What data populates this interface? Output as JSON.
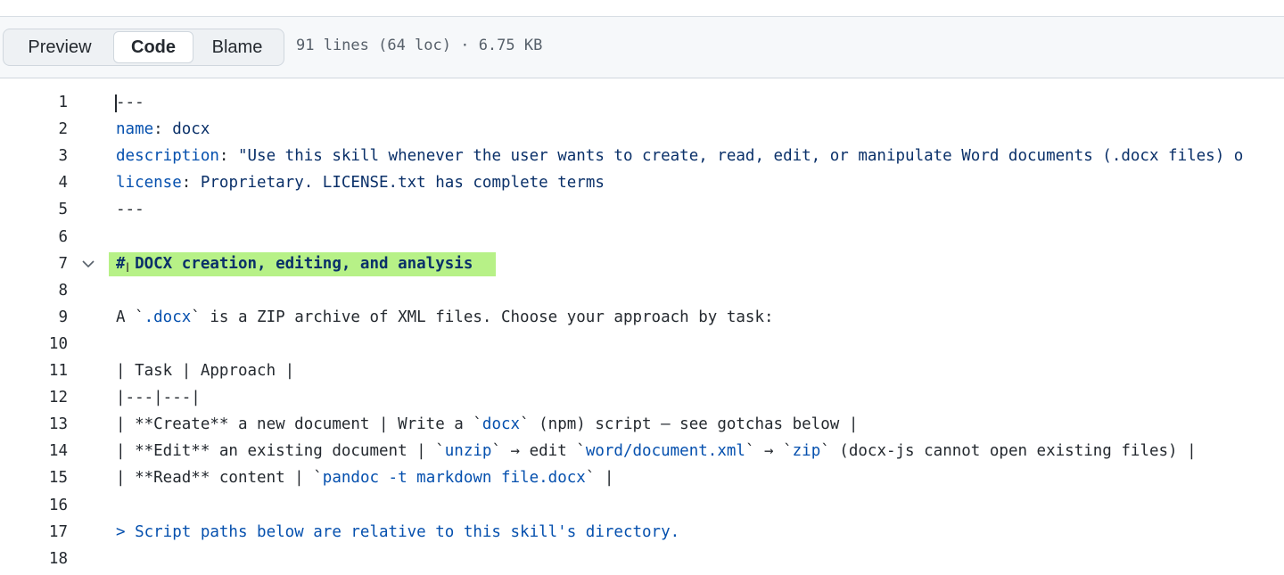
{
  "view_tabs": {
    "preview": "Preview",
    "code": "Code",
    "blame": "Blame"
  },
  "file_meta": "91 lines (64 loc) · 6.75 KB",
  "code_lines": [
    {
      "n": "1",
      "segments": [
        {
          "t": "---",
          "c": "plain"
        }
      ]
    },
    {
      "n": "2",
      "segments": [
        {
          "t": "name",
          "c": "key"
        },
        {
          "t": ": ",
          "c": "plain"
        },
        {
          "t": "docx",
          "c": "str"
        }
      ]
    },
    {
      "n": "3",
      "segments": [
        {
          "t": "description",
          "c": "key"
        },
        {
          "t": ": ",
          "c": "plain"
        },
        {
          "t": "\"Use this skill whenever the user wants to create, read, edit, or manipulate Word documents (.docx files) o",
          "c": "str"
        }
      ]
    },
    {
      "n": "4",
      "segments": [
        {
          "t": "license",
          "c": "key"
        },
        {
          "t": ": ",
          "c": "plain"
        },
        {
          "t": "Proprietary. LICENSE.txt has complete terms",
          "c": "str"
        }
      ]
    },
    {
      "n": "5",
      "segments": [
        {
          "t": "---",
          "c": "plain"
        }
      ]
    },
    {
      "n": "6",
      "segments": []
    },
    {
      "n": "7",
      "segments": [
        {
          "t": "# DOCX creation, editing, and analysis",
          "c": "heading"
        }
      ]
    },
    {
      "n": "8",
      "segments": []
    },
    {
      "n": "9",
      "segments": [
        {
          "t": "A `",
          "c": "plain"
        },
        {
          "t": ".docx",
          "c": "code"
        },
        {
          "t": "` is a ZIP archive of XML files. Choose your approach by task:",
          "c": "plain"
        }
      ]
    },
    {
      "n": "10",
      "segments": []
    },
    {
      "n": "11",
      "segments": [
        {
          "t": "| Task | Approach |",
          "c": "plain"
        }
      ]
    },
    {
      "n": "12",
      "segments": [
        {
          "t": "|---|---|",
          "c": "plain"
        }
      ]
    },
    {
      "n": "13",
      "segments": [
        {
          "t": "| **Create** a new document | Write a `",
          "c": "plain"
        },
        {
          "t": "docx",
          "c": "code"
        },
        {
          "t": "` (npm) script — see gotchas below |",
          "c": "plain"
        }
      ]
    },
    {
      "n": "14",
      "segments": [
        {
          "t": "| **Edit** an existing document | `",
          "c": "plain"
        },
        {
          "t": "unzip",
          "c": "code"
        },
        {
          "t": "` → edit `",
          "c": "plain"
        },
        {
          "t": "word/document.xml",
          "c": "code"
        },
        {
          "t": "` → `",
          "c": "plain"
        },
        {
          "t": "zip",
          "c": "code"
        },
        {
          "t": "` (docx-js cannot open existing files) |",
          "c": "plain"
        }
      ]
    },
    {
      "n": "15",
      "segments": [
        {
          "t": "| **Read** content | `",
          "c": "plain"
        },
        {
          "t": "pandoc -t markdown file.docx",
          "c": "code"
        },
        {
          "t": "` |",
          "c": "plain"
        }
      ]
    },
    {
      "n": "16",
      "segments": []
    },
    {
      "n": "17",
      "segments": [
        {
          "t": "> Script paths below are relative to this skill's directory.",
          "c": "quote"
        }
      ]
    },
    {
      "n": "18",
      "segments": []
    }
  ],
  "colors": {
    "key": "#0550ae",
    "str": "#0a3069",
    "heading_highlight": "#b7f187"
  },
  "icons": {
    "fold": "chevron-down-icon"
  }
}
